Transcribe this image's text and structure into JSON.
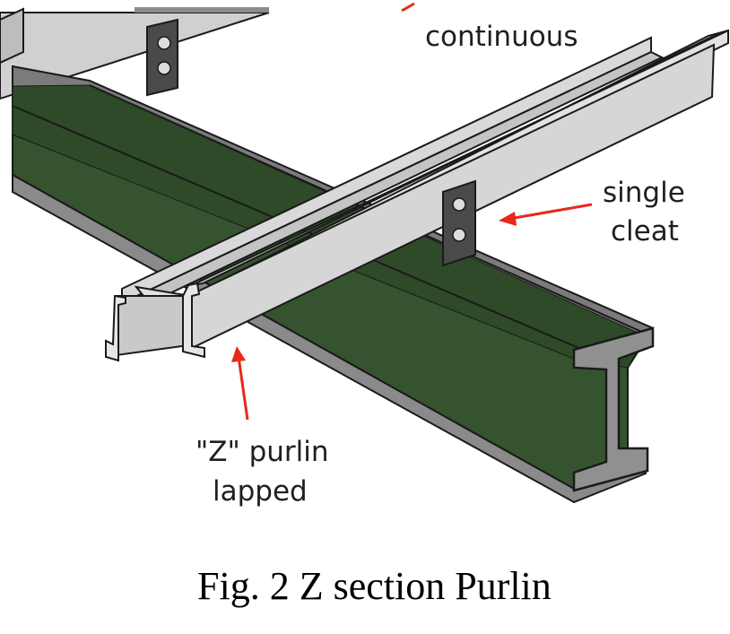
{
  "labels": {
    "continuous": "continuous",
    "single_cleat_line1": "single",
    "single_cleat_line2": "cleat",
    "z_purlin_line1": "\"Z\" purlin",
    "z_purlin_line2": "lapped"
  },
  "caption": "Fig. 2  Z section Purlin",
  "colors": {
    "beam_web": "#35532f",
    "beam_flange": "#7b7b7b",
    "purlin": "#d9d9d9",
    "cleat": "#4a4a4a",
    "arrow": "#e8291b",
    "outline": "#1a1a1a"
  }
}
